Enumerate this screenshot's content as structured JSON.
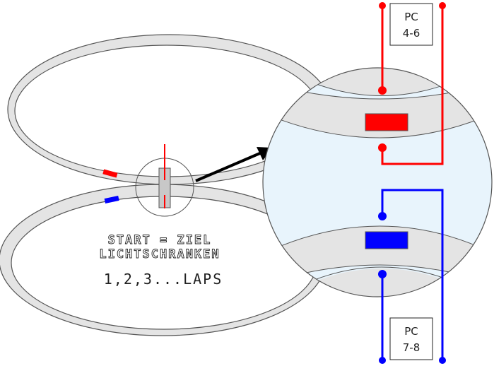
{
  "labels": {
    "start_ziel": "START = ZIEL",
    "lichtschranken": "LICHTSCHRANKEN",
    "laps": "1,2,3...LAPS"
  },
  "pc_boxes": {
    "top": {
      "line1": "PC",
      "line2": "4-6"
    },
    "bottom": {
      "line1": "PC",
      "line2": "7-8"
    }
  },
  "colors": {
    "track_fill": "#e4e4e4",
    "track_outline": "#555555",
    "zoom_fill": "#e8f4fc",
    "red": "#ff0000",
    "blue": "#0000ff",
    "arrow": "#000000"
  }
}
